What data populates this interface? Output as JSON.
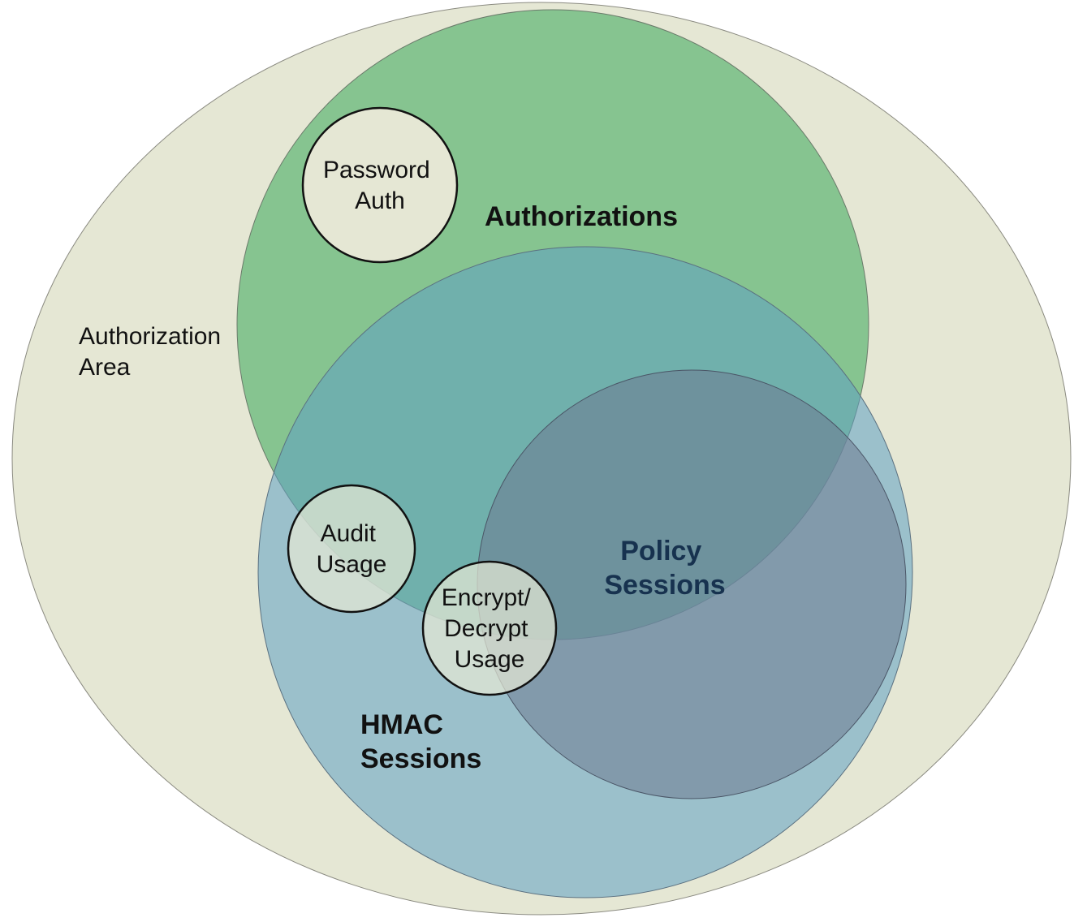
{
  "diagram": {
    "authorization_area": {
      "line1": "Authorization",
      "line2": "Area"
    },
    "authorizations": {
      "label": "Authorizations"
    },
    "password_auth": {
      "line1": "Password",
      "line2": "Auth"
    },
    "hmac_sessions": {
      "line1": "HMAC",
      "line2": "Sessions"
    },
    "policy_sessions": {
      "line1": "Policy",
      "line2": "Sessions"
    },
    "audit_usage": {
      "line1": "Audit",
      "line2": "Usage"
    },
    "encrypt_decrypt_usage": {
      "line1": "Encrypt/",
      "line2": "Decrypt",
      "line3": "Usage"
    }
  },
  "colors": {
    "authorization_area": "#e5e7d4",
    "authorizations": "#86c490",
    "hmac_sessions": "#9ebfd0",
    "policy_sessions": "#7f8fa3",
    "small_circle": "#e5e7d4"
  }
}
